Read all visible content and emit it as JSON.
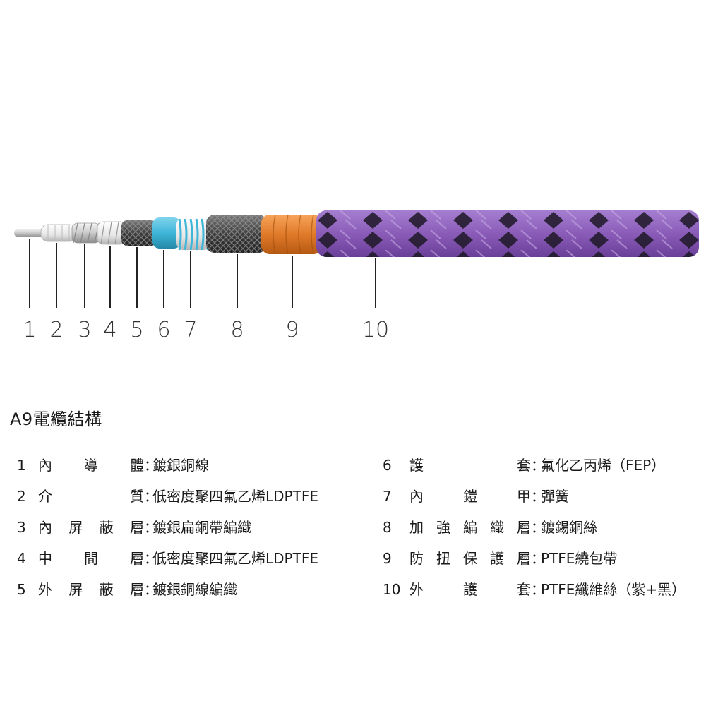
{
  "title": "A9電纜結構",
  "layer_numbers": [
    "1",
    "2",
    "3",
    "4",
    "5",
    "6",
    "7",
    "8",
    "9",
    "10"
  ],
  "layers_left": [
    {
      "num": "1",
      "name": "內導體",
      "value": "鍍銀銅線"
    },
    {
      "num": "2",
      "name": "介質",
      "value": "低密度聚四氟乙烯LDPTFE"
    },
    {
      "num": "3",
      "name": "內屏蔽層",
      "value": "鍍銀扁銅帶編織"
    },
    {
      "num": "4",
      "name": "中間層",
      "value": "低密度聚四氟乙烯LDPTFE"
    },
    {
      "num": "5",
      "name": "外屏蔽層",
      "value": "鍍銀銅線編織"
    }
  ],
  "layers_right": [
    {
      "num": "6",
      "name": "護套",
      "value": "氟化乙丙烯（FEP）"
    },
    {
      "num": "7",
      "name": "內鎧甲",
      "value": "彈簧"
    },
    {
      "num": "8",
      "name": "加強編織層",
      "value": "鍍錫銅絲"
    },
    {
      "num": "9",
      "name": "防扭保護層",
      "value": "PTFE繞包帶"
    },
    {
      "num": "10",
      "name": "外護套",
      "value": "PTFE纖維絲（紫+黑）"
    }
  ],
  "colon": "：",
  "colors": {
    "outer_jacket": "#8a5cb8",
    "orange_tape": "#e07a2a",
    "fep_jacket": "#3fb6d8",
    "braid_dark": "#4a4a4a"
  }
}
